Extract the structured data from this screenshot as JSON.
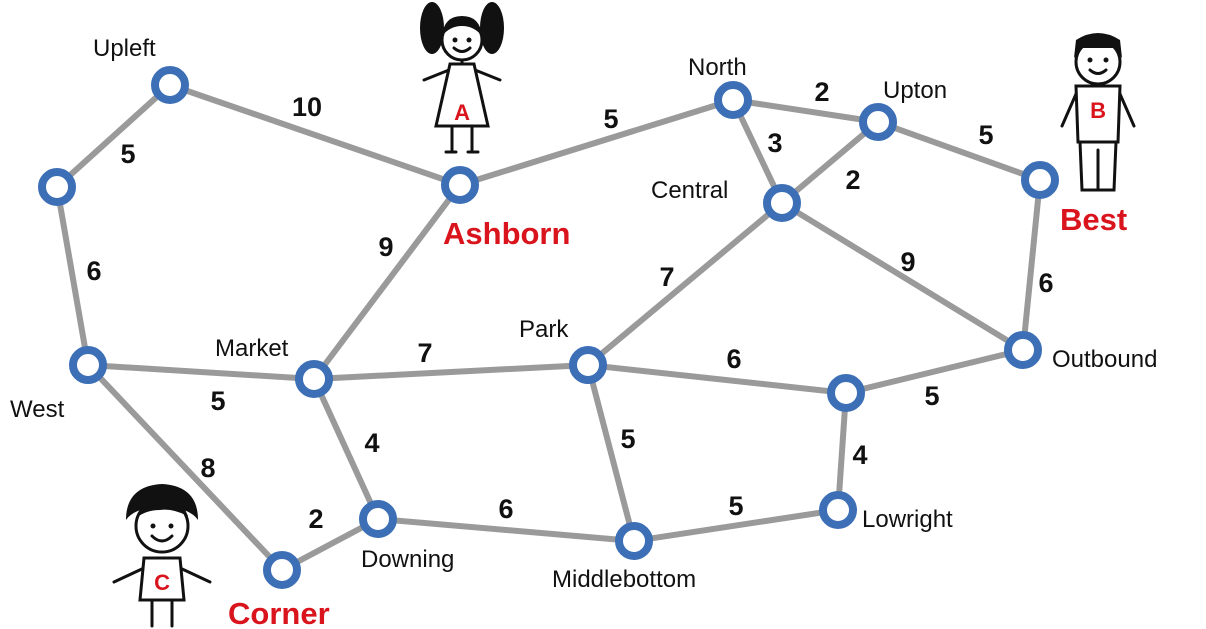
{
  "colors": {
    "edge": "#9a9a9a",
    "node_ring": "#3c6fb6",
    "highlight": "#d9141c",
    "text": "#111111"
  },
  "graph": {
    "nodes": [
      {
        "id": "upleft",
        "label": "Upleft",
        "key": false
      },
      {
        "id": "nw",
        "label": "",
        "key": false
      },
      {
        "id": "west",
        "label": "West",
        "key": false
      },
      {
        "id": "market",
        "label": "Market",
        "key": false
      },
      {
        "id": "ashborn",
        "label": "Ashborn",
        "key": true
      },
      {
        "id": "north",
        "label": "North",
        "key": false
      },
      {
        "id": "upton",
        "label": "Upton",
        "key": false
      },
      {
        "id": "central",
        "label": "Central",
        "key": false
      },
      {
        "id": "best",
        "label": "Best",
        "key": true
      },
      {
        "id": "park",
        "label": "Park",
        "key": false
      },
      {
        "id": "mideast",
        "label": "",
        "key": false
      },
      {
        "id": "outbound",
        "label": "Outbound",
        "key": false
      },
      {
        "id": "lowright",
        "label": "Lowright",
        "key": false
      },
      {
        "id": "middlebottom",
        "label": "Middlebottom",
        "key": false
      },
      {
        "id": "downing",
        "label": "Downing",
        "key": false
      },
      {
        "id": "corner",
        "label": "Corner",
        "key": true
      }
    ],
    "edges": [
      {
        "from": "upleft",
        "to": "nw",
        "weight": "5"
      },
      {
        "from": "upleft",
        "to": "ashborn",
        "weight": "10"
      },
      {
        "from": "nw",
        "to": "west",
        "weight": "6"
      },
      {
        "from": "west",
        "to": "market",
        "weight": "5"
      },
      {
        "from": "west",
        "to": "corner",
        "weight": "8"
      },
      {
        "from": "market",
        "to": "ashborn",
        "weight": "9"
      },
      {
        "from": "market",
        "to": "park",
        "weight": "7"
      },
      {
        "from": "market",
        "to": "downing",
        "weight": "4"
      },
      {
        "from": "ashborn",
        "to": "north",
        "weight": "5"
      },
      {
        "from": "north",
        "to": "upton",
        "weight": "2"
      },
      {
        "from": "north",
        "to": "central",
        "weight": "3"
      },
      {
        "from": "upton",
        "to": "central",
        "weight": "2"
      },
      {
        "from": "upton",
        "to": "best",
        "weight": "5"
      },
      {
        "from": "central",
        "to": "park",
        "weight": "7"
      },
      {
        "from": "central",
        "to": "outbound",
        "weight": "9"
      },
      {
        "from": "best",
        "to": "outbound",
        "weight": "6"
      },
      {
        "from": "park",
        "to": "mideast",
        "weight": "6"
      },
      {
        "from": "park",
        "to": "middlebottom",
        "weight": "5"
      },
      {
        "from": "mideast",
        "to": "outbound",
        "weight": "5"
      },
      {
        "from": "mideast",
        "to": "lowright",
        "weight": "4"
      },
      {
        "from": "lowright",
        "to": "middlebottom",
        "weight": "5"
      },
      {
        "from": "middlebottom",
        "to": "downing",
        "weight": "6"
      },
      {
        "from": "downing",
        "to": "corner",
        "weight": "2"
      }
    ]
  },
  "figures": [
    {
      "id": "a",
      "letter": "A",
      "person": "girl",
      "home": "ashborn"
    },
    {
      "id": "b",
      "letter": "B",
      "person": "boy",
      "home": "best"
    },
    {
      "id": "c",
      "letter": "C",
      "person": "kid",
      "home": "corner"
    }
  ]
}
